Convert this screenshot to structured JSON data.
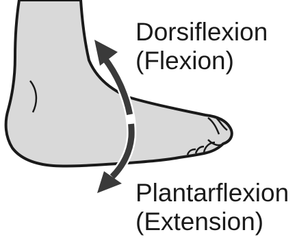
{
  "labels": {
    "top": {
      "line1": "Dorsiflexion",
      "line2": "(Flexion)"
    },
    "bottom": {
      "line1": "Plantarflexion",
      "line2": "(Extension)"
    }
  },
  "colors": {
    "foot_fill": "#d9d9d9",
    "outline": "#1a1a1a",
    "arrow": "#3a3a3a",
    "background": "#ffffff"
  },
  "icons": {
    "foot": "foot-illustration",
    "arc_arrow": "double-headed-curved-arrow"
  }
}
